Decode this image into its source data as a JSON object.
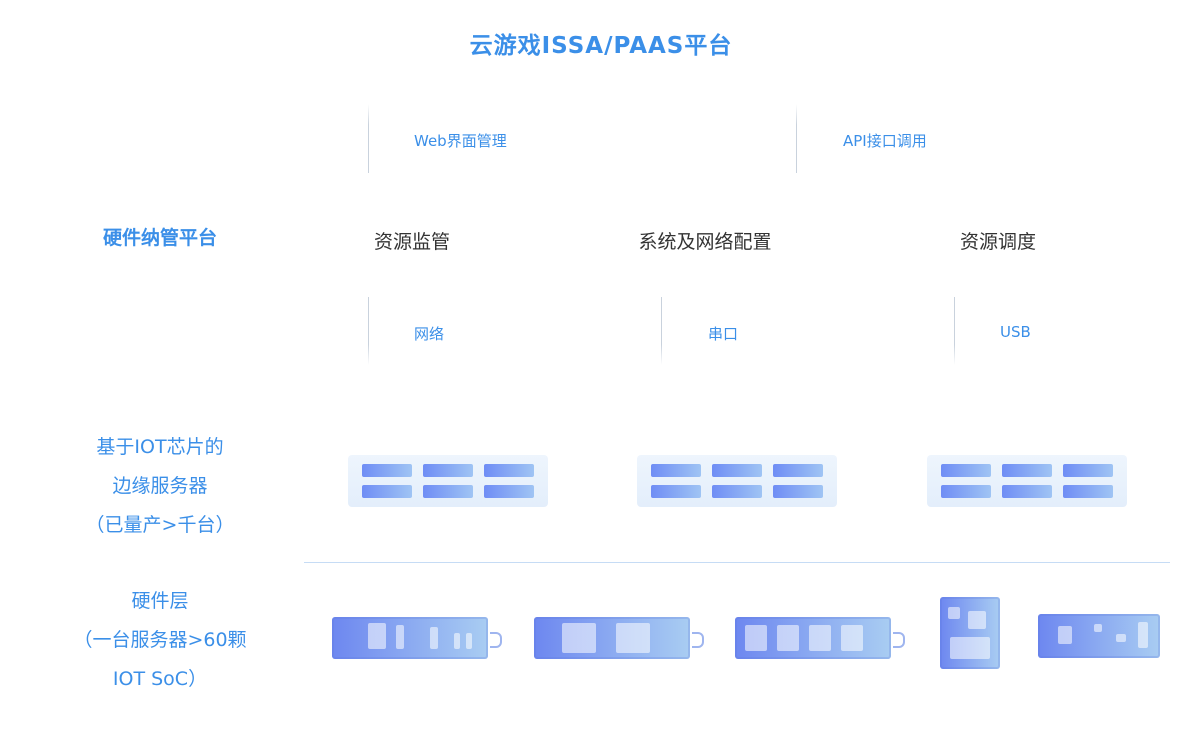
{
  "title": "云游戏ISSA/PAAS平台",
  "interfaces": [
    "Web界面管理",
    "API接口调用"
  ],
  "layers": {
    "platform": "硬件纳管平台",
    "edge": [
      "基于IOT芯片的",
      "边缘服务器",
      "（已量产>千台）"
    ],
    "hardware": [
      "硬件层",
      "（一台服务器>60颗",
      "IOT SoC）"
    ]
  },
  "functions": [
    "资源监管",
    "系统及网络配置",
    "资源调度"
  ],
  "connections": [
    "网络",
    "串口",
    "USB"
  ],
  "edge_server_count": 3,
  "hardware_board_count": 5,
  "colors": {
    "accent": "#3b8fe8",
    "text": "#333333",
    "line": "#c9d2dd",
    "device": "#6f8df5"
  },
  "icons": [
    "server-rack-icon",
    "iot-board-icon"
  ]
}
